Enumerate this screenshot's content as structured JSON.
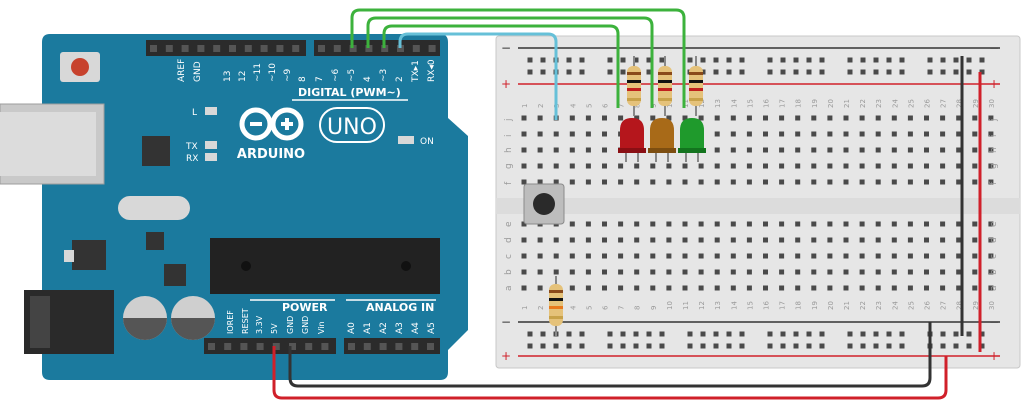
{
  "arduino": {
    "brand": "ARDUINO",
    "model": "UNO",
    "on_label": "ON",
    "l_label": "L",
    "tx_label": "TX",
    "rx_label": "RX",
    "digital_header": "DIGITAL (PWM~)",
    "power_header": "POWER",
    "analog_header": "ANALOG IN",
    "digital_pins": [
      "AREF",
      "GND",
      "13",
      "12",
      "~11",
      "~10",
      "~9",
      "8",
      "7",
      "~6",
      "~5",
      "4",
      "~3",
      "2",
      "TX▸1",
      "RX◂0"
    ],
    "power_pins": [
      "IOREF",
      "RESET",
      "3.3V",
      "5V",
      "GND",
      "GND",
      "Vin"
    ],
    "analog_pins": [
      "A0",
      "A1",
      "A2",
      "A3",
      "A4",
      "A5"
    ],
    "board_color": "#1b7a9e"
  },
  "breadboard": {
    "row_letters_top": [
      "j",
      "i",
      "h",
      "g",
      "f"
    ],
    "row_letters_bottom": [
      "e",
      "d",
      "c",
      "b",
      "a"
    ],
    "columns": [
      "1",
      "2",
      "3",
      "4",
      "5",
      "6",
      "7",
      "8",
      "9",
      "10",
      "11",
      "12",
      "13",
      "14",
      "15",
      "16",
      "17",
      "18",
      "19",
      "20",
      "21",
      "22",
      "23",
      "24",
      "25",
      "26",
      "27",
      "28",
      "29",
      "30"
    ],
    "rail_minus": "−",
    "rail_plus": "+"
  },
  "components": {
    "leds": [
      {
        "name": "red-led",
        "color": "#b5161c"
      },
      {
        "name": "orange-led",
        "color": "#a86a18"
      },
      {
        "name": "green-led",
        "color": "#1f9a2c"
      }
    ],
    "wire_colors": {
      "signal": "#3cb23c",
      "button": "#66c0d8",
      "power": "#d0202a",
      "ground": "#333333"
    }
  }
}
